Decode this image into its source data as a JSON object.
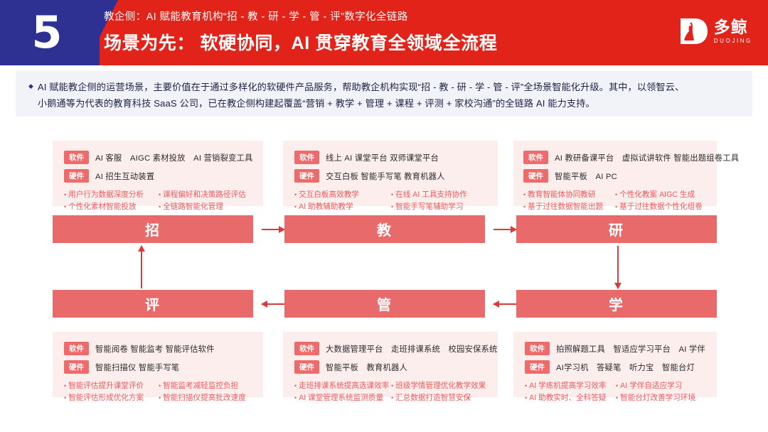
{
  "header": {
    "number": "5",
    "subtitle": "教企侧：AI 赋能教育机构“招 - 教 - 研 - 学 - 管 - 评”数字化全链路",
    "title": "场景为先： 软硬协同，AI 贯穿教育全领域全流程",
    "logo_cn": "多鲸",
    "logo_en": "DUOJING",
    "navy": "#2e3192",
    "red": "#e2231a"
  },
  "intro": {
    "bullet": "◆",
    "line1": "AI 赋能教企侧的运营场景，主要价值在于通过多样化的软硬件产品服务，帮助教企机构实现“招 - 教 - 研 - 学 - 管 - 评”全场景智能化升级。其中，以领智云、",
    "line2": "小鹅通等为代表的教育科技 SaaS 公司，已在教企侧构建起覆盖“营销 + 教学 + 管理 + 课程 + 评测 + 家校沟通”的全链路 AI 能力支持。"
  },
  "labels": {
    "software": "软件",
    "hardware": "硬件",
    "accent": "#ef6a6a",
    "card_bg": "#fdeeee",
    "flow_bg": "#e96a6a",
    "arrow_color": "#d93b3b"
  },
  "cards": [
    {
      "id": "zhao",
      "software": "AI 客服　AIGC 素材投放　AI 营销裂变工具",
      "hardware": "AI 招生互动装置",
      "bullets_left": [
        "用户行为数据深度分析",
        "个性化素材智能投放"
      ],
      "bullets_right": [
        "课程偏好和决策路径评估",
        "全链路智能化管理"
      ]
    },
    {
      "id": "jiao",
      "software": "线上 AI 课堂平台  双师课堂平台",
      "hardware": "交互白板  智能手写笔  教育机器人",
      "bullets_left": [
        "交互白板高效教学",
        "AI 助教辅助教学"
      ],
      "bullets_right": [
        "在线 AI 工具支持协作",
        "智能手写笔辅助学习"
      ]
    },
    {
      "id": "yan",
      "software": "AI 教研备课平台　虚拟试讲软件 智能出题组卷工具",
      "hardware": "智能平板　AI PC",
      "bullets_left": [
        "教育智能体协同教研",
        "基于过往数据智能出题"
      ],
      "bullets_right": [
        "个性化教案 AIGC 生成",
        "基于过往数据个性化组卷"
      ]
    },
    {
      "id": "ping",
      "software": "智能阅卷  智能监考  智能评估软件",
      "hardware": "智能扫描仪  智能手写笔",
      "bullets_left": [
        "智能评估提升课堂评价",
        "智能评估形成优化方案"
      ],
      "bullets_right": [
        "智能监考减轻监控负担",
        "智能扫描仪提高批改速度"
      ]
    },
    {
      "id": "guan",
      "software": "大数据管理平台　走班排课系统　校园安保系统",
      "hardware": "智能平板　教育机器人",
      "bullets_left": [
        "走班排课系统提高选课效率",
        "AI 课堂管理系统监测质量"
      ],
      "bullets_right": [
        "班级学情管理优化教学效果",
        "汇总数据打造智慧安保"
      ]
    },
    {
      "id": "xue",
      "software": "拍照解题工具　智适应学习平台　AI 学伴",
      "hardware": "AI学习机　答疑笔　听力宝　智能台灯",
      "bullets_left": [
        "AI 学练机提高学习效率",
        "AI 助教实时、全科答疑"
      ],
      "bullets_right": [
        "AI 学伴自适应学习",
        "智能台灯改善学习环境"
      ]
    }
  ],
  "flow": {
    "top": [
      "招",
      "教",
      "研"
    ],
    "bottom": [
      "评",
      "管",
      "学"
    ]
  }
}
